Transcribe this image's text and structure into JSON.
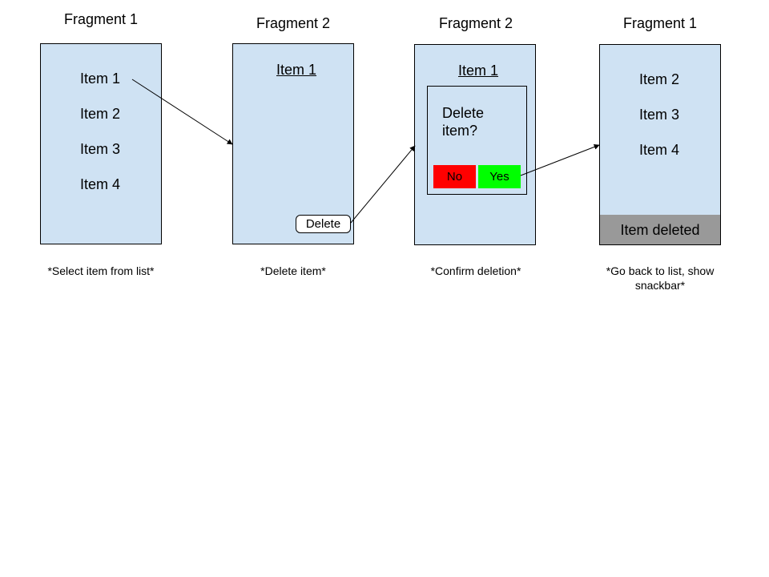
{
  "panels": [
    {
      "title": "Fragment 1",
      "caption": "*Select item from list*",
      "items": [
        "Item 1",
        "Item 2",
        "Item 3",
        "Item 4"
      ]
    },
    {
      "title": "Fragment 2",
      "caption": "*Delete item*",
      "header": "Item 1",
      "delete_label": "Delete"
    },
    {
      "title": "Fragment 2",
      "caption": "*Confirm deletion*",
      "header": "Item 1",
      "dialog": {
        "line1": "Delete",
        "line2": "item?",
        "no_label": "No",
        "yes_label": "Yes"
      }
    },
    {
      "title": "Fragment 1",
      "caption_line1": "*Go back to list, show",
      "caption_line2": "snackbar*",
      "items": [
        "Item 2",
        "Item 3",
        "Item 4"
      ],
      "snackbar": "Item deleted"
    }
  ],
  "colors": {
    "screen_bg": "#cfe2f3",
    "no_button": "#ff0000",
    "yes_button": "#00ff00",
    "snackbar": "#999999"
  }
}
